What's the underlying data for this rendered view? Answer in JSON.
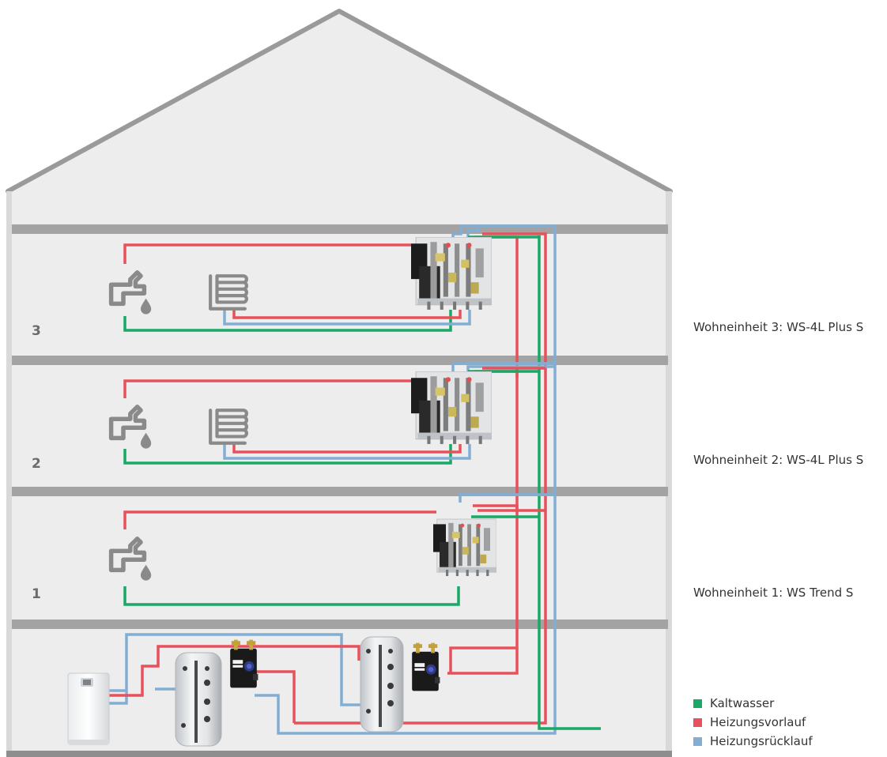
{
  "floors": [
    {
      "number": "3",
      "unit_label": "Wohneinheit 3: WS-4L Plus S"
    },
    {
      "number": "2",
      "unit_label": "Wohneinheit 2: WS-4L Plus S"
    },
    {
      "number": "1",
      "unit_label": "Wohneinheit 1: WS Trend S"
    }
  ],
  "legend": [
    {
      "label": "Kaltwasser",
      "color": "#1aa867"
    },
    {
      "label": "Heizungsvorlauf",
      "color": "#e8505b"
    },
    {
      "label": "Heizungsrücklauf",
      "color": "#82aed3"
    }
  ],
  "icons": [
    "faucet-icon",
    "floor-heating-icon",
    "heat-pump-icon",
    "storage-tank-icon",
    "pump-group-icon",
    "housing-station-icon"
  ]
}
